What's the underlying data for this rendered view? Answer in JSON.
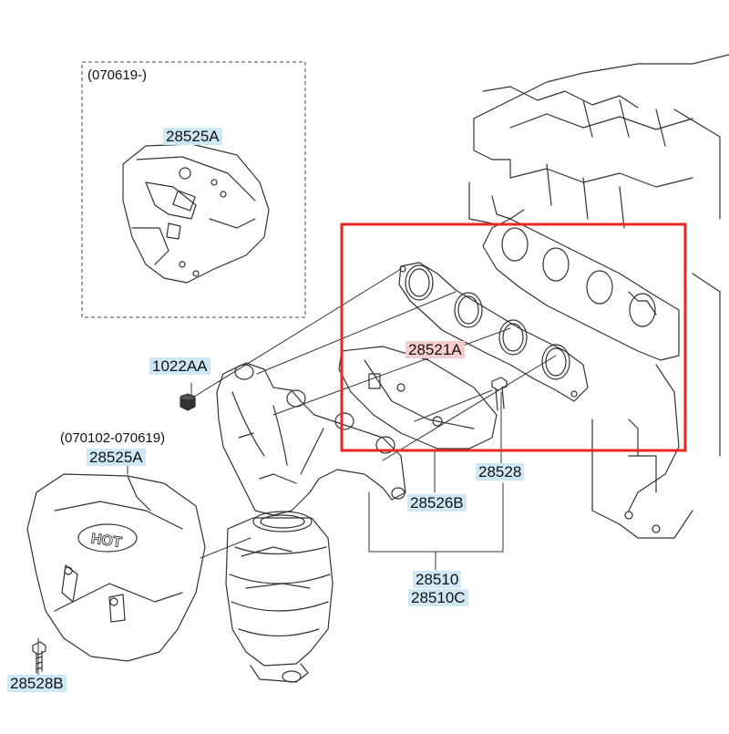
{
  "diagram": {
    "variant_top": {
      "period": "(070619-)",
      "part": "28525A"
    },
    "variant_bottom": {
      "period": "(070102-070619)",
      "part": "28525A"
    },
    "callouts": {
      "nut": "1022AA",
      "gasket": "28521A",
      "bolt_right": "28528",
      "manifold_gasket": "28526B",
      "assembly_a": "28510",
      "assembly_b": "28510C",
      "bolt_left": "28528B"
    },
    "heat_shield_marking": "HOT",
    "highlight_color": "#e8262a",
    "callout_bg": "#cfe8f6",
    "callout_highlight_bg": "#f6cccc"
  }
}
